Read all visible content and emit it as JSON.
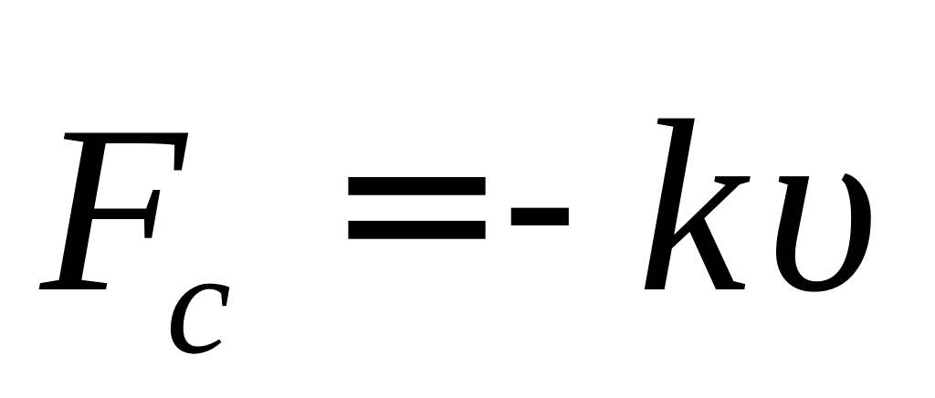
{
  "formula": {
    "lhs_symbol": "F",
    "lhs_subscript": "c",
    "equals": "=",
    "minus": "-",
    "coefficient": "k",
    "variable": "υ"
  }
}
